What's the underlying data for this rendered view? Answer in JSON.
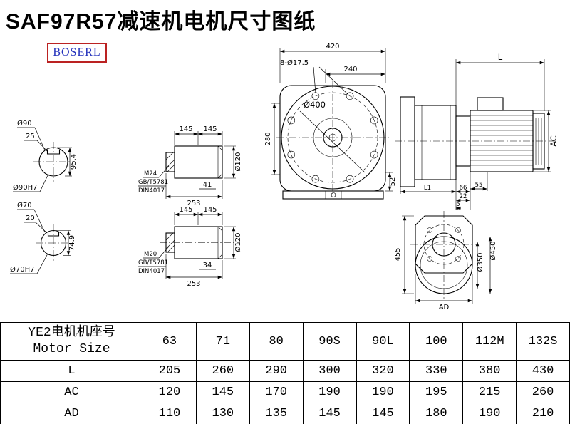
{
  "page": {
    "title": "SAF97R57减速机电机尺寸图纸",
    "logo": "BOSERL"
  },
  "shaft_end_1": {
    "dia": "Ø90",
    "key_width": "25",
    "key_height": "95.4",
    "fit": "Ø90H7"
  },
  "shaft_end_2": {
    "dia": "Ø70",
    "key_width": "20",
    "key_height": "74.9",
    "fit": "Ø70H7"
  },
  "shaft_side_1": {
    "len_a": "145",
    "len_b": "145",
    "dia": "Ø120",
    "thread": "M24",
    "std_gb": "GB/T5781",
    "std_din": "DIN4017",
    "thread_len": "41",
    "total_len": "253"
  },
  "shaft_side_2": {
    "len_a": "145",
    "len_b": "145",
    "dia": "Ø120",
    "thread": "M20",
    "std_gb": "GB/T5781",
    "std_din": "DIN4017",
    "thread_len": "34",
    "total_len": "253"
  },
  "front_view": {
    "width": "420",
    "bolt_holes": "8-Ø17.5",
    "width_inner": "240",
    "flange_dia": "Ø400",
    "height": "280",
    "foot": "52"
  },
  "side_view": {
    "motor_len": "L",
    "motor_dia": "AC",
    "l1": "L1",
    "d66": "66",
    "d55": "55",
    "d22": "22",
    "d5": "5"
  },
  "output_view": {
    "height": "455",
    "dia_inner": "Ø350",
    "dia_outer": "Ø450",
    "width": "AD"
  },
  "table": {
    "header_cn": "YE2电机机座号",
    "header_en": "Motor Size",
    "sizes": [
      "63",
      "71",
      "80",
      "90S",
      "90L",
      "100",
      "112M",
      "132S"
    ],
    "rows": [
      {
        "label": "L",
        "values": [
          "205",
          "260",
          "290",
          "300",
          "320",
          "330",
          "380",
          "430"
        ]
      },
      {
        "label": "AC",
        "values": [
          "120",
          "145",
          "170",
          "190",
          "190",
          "195",
          "215",
          "260"
        ]
      },
      {
        "label": "AD",
        "values": [
          "110",
          "130",
          "135",
          "145",
          "145",
          "180",
          "190",
          "210"
        ]
      }
    ]
  }
}
